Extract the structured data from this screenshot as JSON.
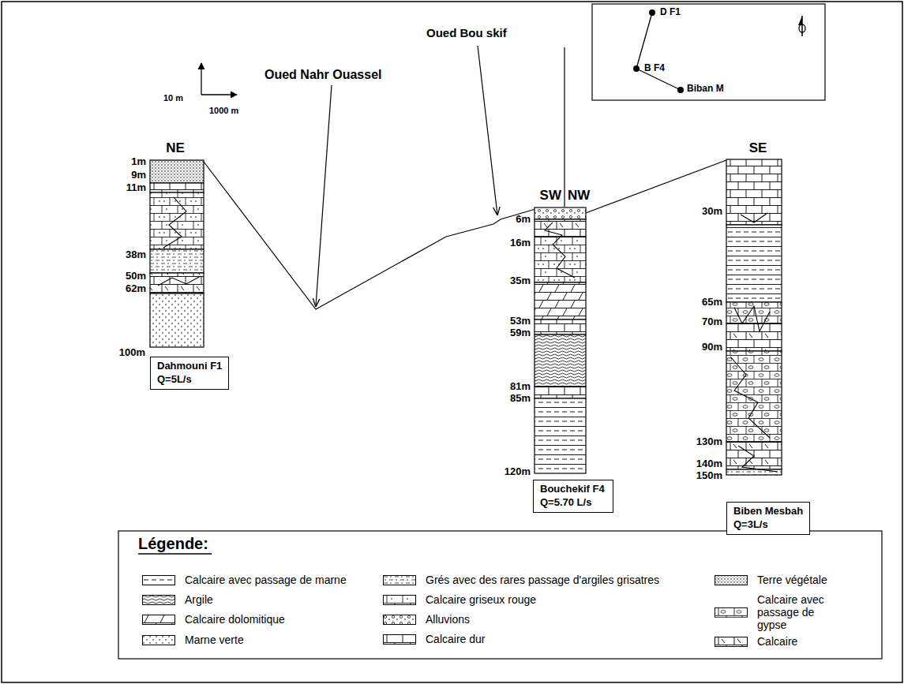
{
  "diagram": {
    "nodes": [
      {
        "text": [
          "Dahmouni F1",
          "Q=5L/s"
        ]
      },
      {
        "text": [
          "Bouchekif F4",
          "Q=5.70 L/s"
        ]
      },
      {
        "text": [
          "Biben Mesbah",
          "Q=3L/s"
        ]
      }
    ],
    "labels": [
      "10 m",
      "1000 m",
      "Oued Nahr Ouassel",
      "Oued Bou skif",
      "NE",
      "SW",
      "NW",
      "SE",
      "1m",
      "9m",
      "11m",
      "38m",
      "50m",
      "62m",
      "100m",
      "6m",
      "16m",
      "35m",
      "53m",
      "59m",
      "81m",
      "85m",
      "120m",
      "30m",
      "65m",
      "70m",
      "90m",
      "130m",
      "140m",
      "150m",
      "D F1",
      "B F4",
      "Biban M",
      "Légende:"
    ],
    "legend": [
      {
        "text": "Calcaire avec passage de marne"
      },
      {
        "text": "Argile"
      },
      {
        "text": "Calcaire dolomitique"
      },
      {
        "text": "Marne verte"
      },
      {
        "text": "Grés avec des rares passage d'argiles grisatres"
      },
      {
        "text": "Calcaire griseux rouge"
      },
      {
        "text": "Alluvions"
      },
      {
        "text": "Calcaire dur"
      },
      {
        "text": "Terre végétale"
      },
      {
        "text": "Calcaire avec passage de gypse"
      },
      {
        "text": "Calcaire"
      }
    ]
  }
}
